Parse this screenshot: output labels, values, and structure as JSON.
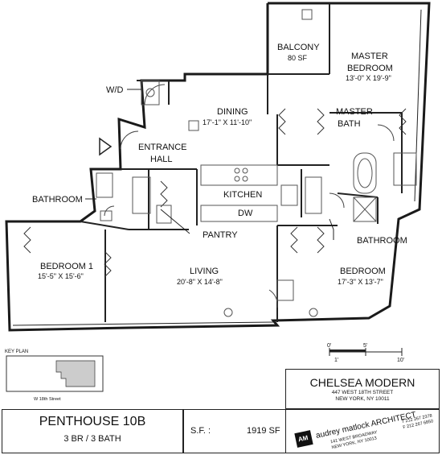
{
  "rooms": {
    "balcony": {
      "name": "BALCONY",
      "area": "80 SF"
    },
    "master_bedroom": {
      "name": "MASTER",
      "name2": "BEDROOM",
      "dims": "13'-0\" X 19'-9\""
    },
    "wd": {
      "name": "W/D"
    },
    "dining": {
      "name": "DINING",
      "dims": "17'-1\" X 11'-10\""
    },
    "master_bath": {
      "name": "MASTER",
      "name2": "BATH"
    },
    "entrance": {
      "name": "ENTRANCE",
      "name2": "HALL"
    },
    "bathroom_left": {
      "name": "BATHROOM"
    },
    "kitchen": {
      "name": "KITCHEN",
      "dw": "DW"
    },
    "pantry": {
      "name": "PANTRY"
    },
    "bathroom_right": {
      "name": "BATHROOM"
    },
    "bedroom1": {
      "name": "BEDROOM 1",
      "dims": "15'-5\" X 15'-6\""
    },
    "living": {
      "name": "LIVING",
      "dims": "20'-8\" X 14'-8\""
    },
    "bedroom": {
      "name": "BEDROOM",
      "dims": "17'-3\" X 13'-7\""
    }
  },
  "scale": {
    "zero": "0'",
    "five": "5'",
    "one": "1'",
    "ten": "10'"
  },
  "key_plan": {
    "title": "KEY PLAN",
    "street": "W 18th Street"
  },
  "building": {
    "name": "CHELSEA MODERN",
    "address1": "447 WEST 18TH STREET",
    "address2": "NEW YORK, NY 10011"
  },
  "unit": {
    "name": "PENTHOUSE 10B",
    "type": "3 BR / 3 BATH",
    "sf_label": "S.F. :",
    "sf_value": "1919 SF"
  },
  "architect": {
    "logo": "AM",
    "name": "audrey matlock ARCHITECT",
    "addr1": "141 WEST BROADWAY",
    "addr2": "NEW YORK, NY 10013",
    "tel": "T 212 267 2378",
    "fax": "F 212 267 6850"
  },
  "colors": {
    "wall": "#1a1a1a",
    "line": "#222222",
    "fixture": "#555555"
  }
}
